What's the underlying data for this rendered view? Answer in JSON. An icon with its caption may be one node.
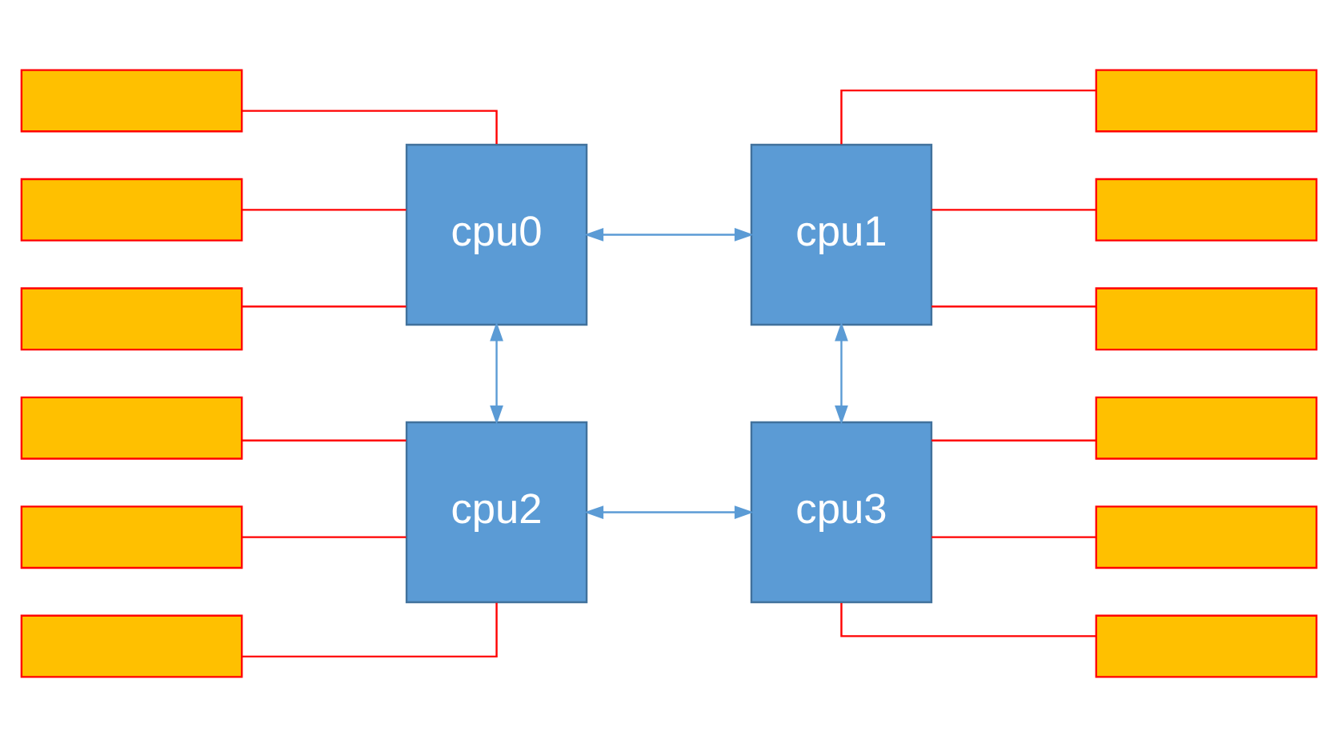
{
  "diagram": {
    "nodes": [
      {
        "text": [
          "cpu0"
        ]
      },
      {
        "text": [
          "cpu1"
        ]
      },
      {
        "text": [
          "cpu2"
        ]
      },
      {
        "text": [
          "cpu3"
        ]
      },
      {
        "text": [],
        "shape": "box"
      },
      {
        "text": [],
        "shape": "box"
      },
      {
        "text": [],
        "shape": "box"
      },
      {
        "text": [],
        "shape": "box"
      },
      {
        "text": [],
        "shape": "box"
      },
      {
        "text": [],
        "shape": "box"
      },
      {
        "text": [],
        "shape": "box"
      },
      {
        "text": [],
        "shape": "box"
      },
      {
        "text": [],
        "shape": "box"
      },
      {
        "text": [],
        "shape": "box"
      },
      {
        "text": [],
        "shape": "box"
      },
      {
        "text": [],
        "shape": "box"
      }
    ],
    "edges": [
      {
        "from": 0,
        "to": 1,
        "arrow": "both",
        "color": "#5b9bd5"
      },
      {
        "from": 0,
        "to": 2,
        "arrow": "both",
        "color": "#5b9bd5"
      },
      {
        "from": 1,
        "to": 3,
        "arrow": "both",
        "color": "#5b9bd5"
      },
      {
        "from": 2,
        "to": 3,
        "arrow": "both",
        "color": "#5b9bd5"
      },
      {
        "from": 4,
        "to": 0,
        "arrow": "none"
      },
      {
        "from": 5,
        "to": 0,
        "arrow": "none"
      },
      {
        "from": 6,
        "to": 0,
        "arrow": "none"
      },
      {
        "from": 1,
        "to": 7,
        "arrow": "none"
      },
      {
        "from": 1,
        "to": 8,
        "arrow": "none"
      },
      {
        "from": 1,
        "to": 9,
        "arrow": "none"
      },
      {
        "from": 10,
        "to": 2,
        "arrow": "none"
      },
      {
        "from": 11,
        "to": 2,
        "arrow": "none"
      },
      {
        "from": 12,
        "to": 2,
        "arrow": "none"
      },
      {
        "from": 3,
        "to": 13,
        "arrow": "none"
      },
      {
        "from": 3,
        "to": 14,
        "arrow": "none"
      },
      {
        "from": 3,
        "to": 15,
        "arrow": "none"
      }
    ]
  }
}
